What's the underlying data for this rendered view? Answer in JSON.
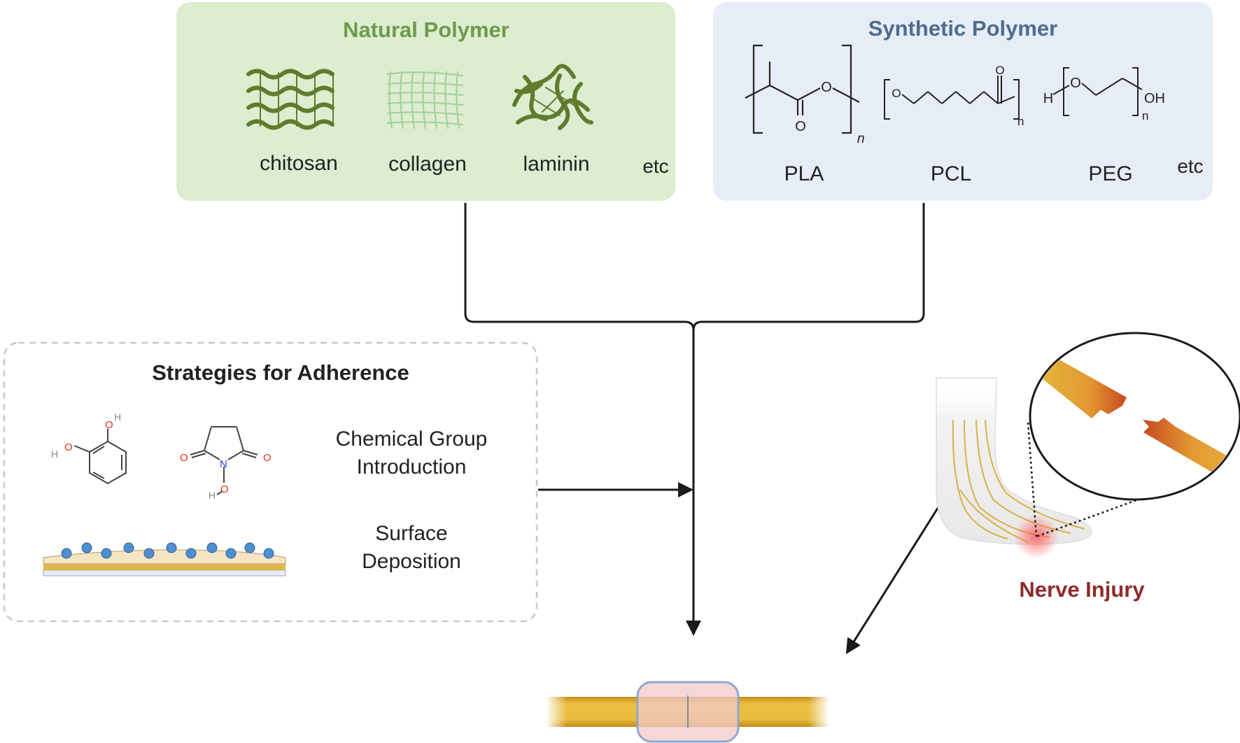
{
  "natural_polymer": {
    "title": "Natural Polymer",
    "items": [
      "chitosan",
      "collagen",
      "laminin"
    ],
    "etc": "etc"
  },
  "synthetic_polymer": {
    "title": "Synthetic Polymer",
    "items": [
      "PLA",
      "PCL",
      "PEG"
    ],
    "etc": "etc",
    "formula_text": {
      "pla_o1": "O",
      "pla_o2": "O",
      "pla_n": "n",
      "pcl_o1": "O",
      "pcl_o2": "O",
      "pcl_n": "n",
      "peg_h": "H",
      "peg_o": "O",
      "peg_oh": "OH",
      "peg_n": "n"
    }
  },
  "adherence": {
    "title": "Strategies for Adherence",
    "chemical_group_line1": "Chemical Group",
    "chemical_group_line2": "Introduction",
    "surface_line1": "Surface",
    "surface_line2": "Deposition",
    "atoms": {
      "o": "O",
      "n": "N",
      "h": "H"
    }
  },
  "injury": {
    "label": "Nerve Injury"
  },
  "colors": {
    "natural_bg": "#dcedd0",
    "natural_title": "#6f9a4b",
    "synthetic_bg": "#e6edf6",
    "synthetic_title": "#4f6b8f",
    "nerve": "#e6b83c",
    "injury_text": "#8e2b2b",
    "bead": "#4e8fd0"
  }
}
